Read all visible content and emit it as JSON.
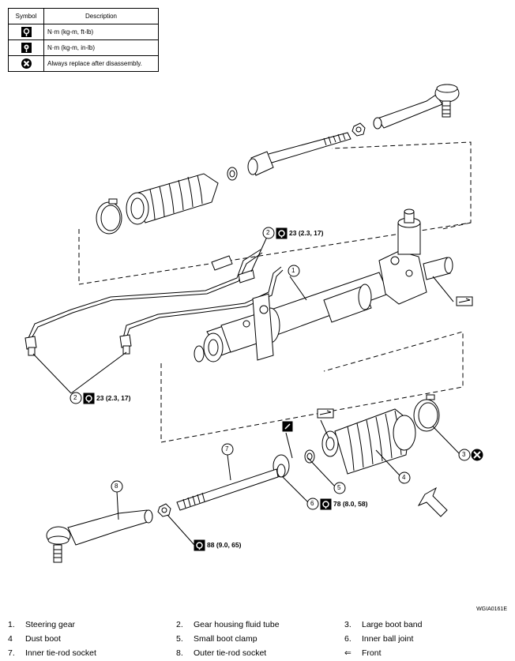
{
  "legend": {
    "header_symbol": "Symbol",
    "header_description": "Description",
    "rows": [
      {
        "icon": "torque-wrench-icon",
        "description": "N·m (kg-m, ft-lb)"
      },
      {
        "icon": "torque-wrench-small-icon",
        "description": "N·m (kg-m, in-lb)"
      },
      {
        "icon": "always-replace-icon",
        "description": "Always replace after disassembly."
      }
    ]
  },
  "callouts": {
    "c1": "1",
    "c2a": "2",
    "c2a_torque": "23 (2.3, 17)",
    "c2b": "2",
    "c2b_torque": "23 (2.3, 17)",
    "c3": "3",
    "c4": "4",
    "c5": "5",
    "c6": "6",
    "c6_torque": "78 (8.0, 58)",
    "c7": "7",
    "c8": "8",
    "nut_torque": "88 (9.0, 65)"
  },
  "figure_code": "WGIA0161E",
  "parts": [
    {
      "num": "1.",
      "name": "Steering gear"
    },
    {
      "num": "2.",
      "name": "Gear housing fluid tube"
    },
    {
      "num": "3.",
      "name": "Large boot band"
    },
    {
      "num": "4",
      "name": "Dust boot"
    },
    {
      "num": "5.",
      "name": "Small boot clamp"
    },
    {
      "num": "6.",
      "name": "Inner ball joint"
    },
    {
      "num": "7.",
      "name": "Inner tie-rod socket"
    },
    {
      "num": "8.",
      "name": "Outer tie-rod socket"
    },
    {
      "num": "⇐",
      "name": "Front"
    }
  ]
}
